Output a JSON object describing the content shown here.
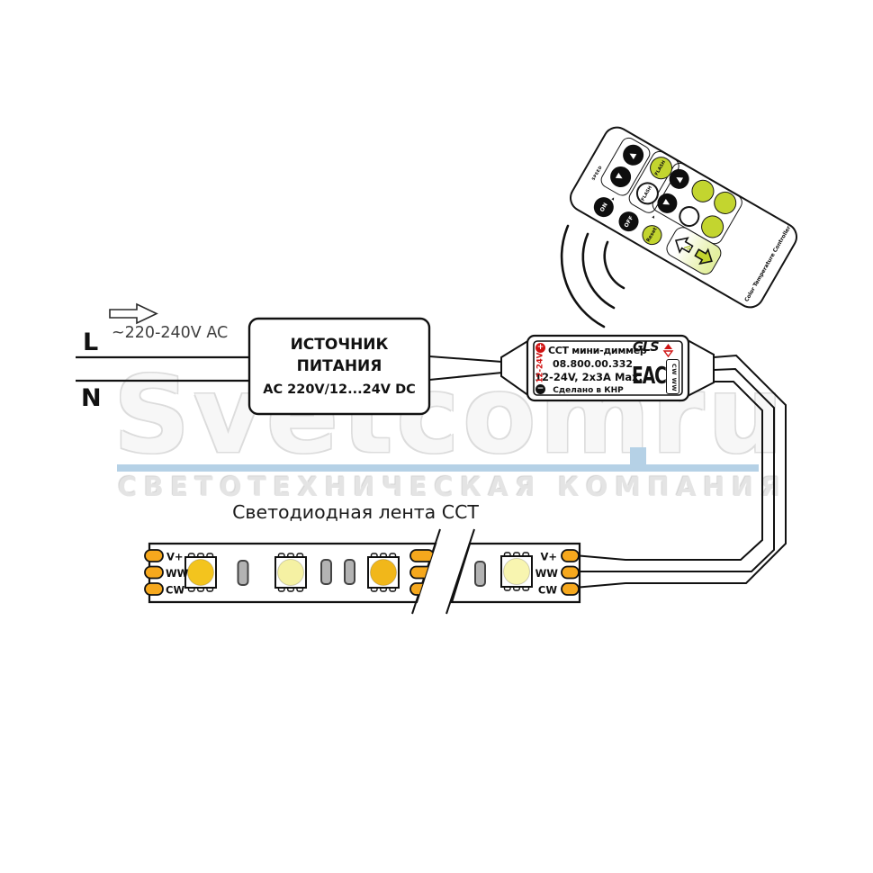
{
  "watermark": {
    "brand": "Svetcom",
    "suffix": "ru",
    "tagline": "СВЕТОТЕХНИЧЕСКАЯ КОМПАНИЯ",
    "accent_color": "#b5d1e6"
  },
  "mains": {
    "l": "L",
    "n": "N",
    "voltage": "~220-240V AC"
  },
  "psu": {
    "line1": "ИСТОЧНИК",
    "line2": "ПИТАНИЯ",
    "line3": "AC 220V/12...24V DC"
  },
  "dimmer": {
    "plus": "+",
    "minus": "−",
    "side_voltage": "12-24V",
    "title": "CCT мини-диммер",
    "brand": "GLS",
    "model": "08.800.00.332",
    "rating": "12-24V, 2x3A Max.",
    "origin": "Сделано в КНР",
    "eac": "ЕАС",
    "out_channels": "CW  WW"
  },
  "strip": {
    "title": "Светодиодная лента CCT",
    "pads_left": [
      "V+",
      "WW",
      "CW"
    ],
    "pads_right": [
      "V+",
      "WW",
      "CW"
    ],
    "pad_color": "#f6a81d",
    "led_colors": [
      "#f3c41e",
      "#f5f1a3",
      "#f1b71a",
      "#f8f5b0"
    ]
  },
  "remote": {
    "speed": "SPEED",
    "marker": "▸",
    "up": "▲",
    "down": "▼",
    "flash_a": "FLASH",
    "flash_b": "FLASH",
    "on": "ON",
    "off": "OFF",
    "reset": "Reset",
    "side_label": "Color Temperature Controller",
    "green": "#c3d52f"
  }
}
